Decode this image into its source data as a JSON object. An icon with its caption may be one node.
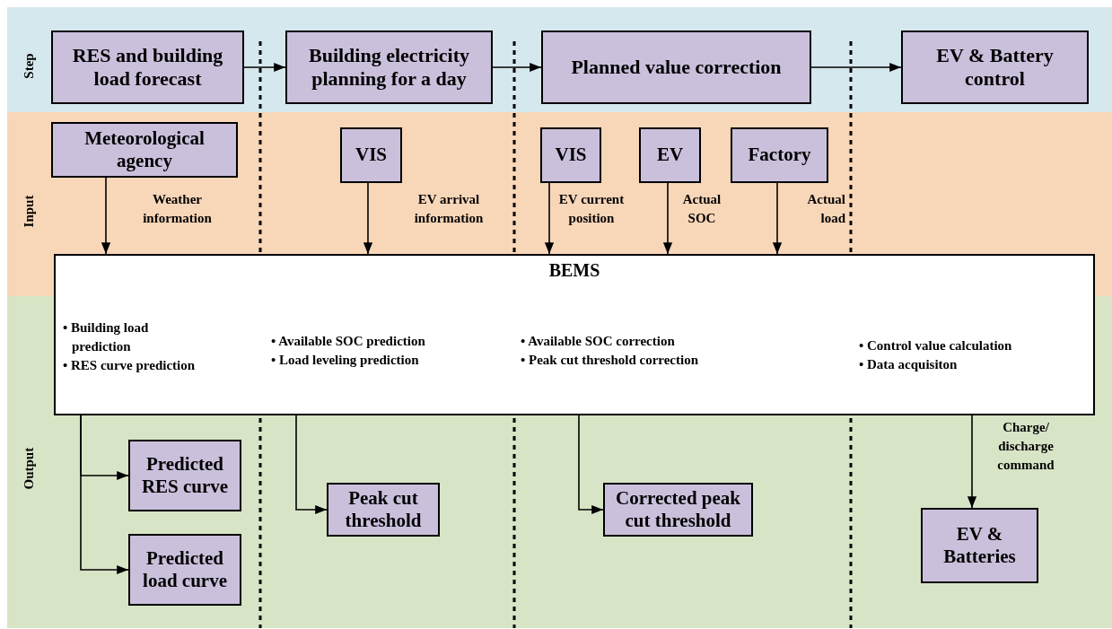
{
  "diagram": {
    "nodes": [
      {
        "text": [
          "RES and building load forecast"
        ]
      },
      {
        "text": [
          "Building electricity planning for a day"
        ]
      },
      {
        "text": [
          "Planned value correction"
        ]
      },
      {
        "text": [
          "EV & Battery control"
        ]
      },
      {
        "text": [
          "Meteorological agency"
        ]
      },
      {
        "text": [
          "VIS"
        ]
      },
      {
        "text": [
          "VIS"
        ]
      },
      {
        "text": [
          "EV"
        ]
      },
      {
        "text": [
          "Factory"
        ]
      },
      {
        "text": [
          "BEMS",
          "• Building load prediction",
          "• RES curve prediction",
          "• Available SOC prediction",
          "• Load leveling prediction",
          "• Available SOC correction",
          "• Peak cut threshold correction",
          "• Control value calculation",
          "• Data acquisiton"
        ]
      },
      {
        "text": [
          "Predicted RES curve"
        ]
      },
      {
        "text": [
          "Predicted load curve"
        ]
      },
      {
        "text": [
          "Peak cut threshold"
        ]
      },
      {
        "text": [
          "Corrected peak cut threshold"
        ]
      },
      {
        "text": [
          "EV & Batteries"
        ]
      }
    ],
    "edges": [
      {
        "from": 0,
        "to": 1,
        "arrow": "to"
      },
      {
        "from": 1,
        "to": 2,
        "arrow": "to"
      },
      {
        "from": 2,
        "to": 3,
        "arrow": "to"
      },
      {
        "from": 4,
        "to": 9,
        "arrow": "to",
        "label": "Weather information"
      },
      {
        "from": 5,
        "to": 9,
        "arrow": "to",
        "label": "EV arrival information"
      },
      {
        "from": 6,
        "to": 9,
        "arrow": "to",
        "label": "EV current position"
      },
      {
        "from": 7,
        "to": 9,
        "arrow": "to",
        "label": "Actual SOC"
      },
      {
        "from": 8,
        "to": 9,
        "arrow": "to",
        "label": "Actual load"
      },
      {
        "from": 9,
        "to": 10,
        "arrow": "to"
      },
      {
        "from": 9,
        "to": 11,
        "arrow": "to"
      },
      {
        "from": 9,
        "to": 12,
        "arrow": "to"
      },
      {
        "from": 9,
        "to": 13,
        "arrow": "to"
      },
      {
        "from": 9,
        "to": 14,
        "arrow": "to",
        "label": "Charge/ discharge command"
      }
    ],
    "labels": [
      "Step",
      "Input",
      "Output"
    ]
  }
}
